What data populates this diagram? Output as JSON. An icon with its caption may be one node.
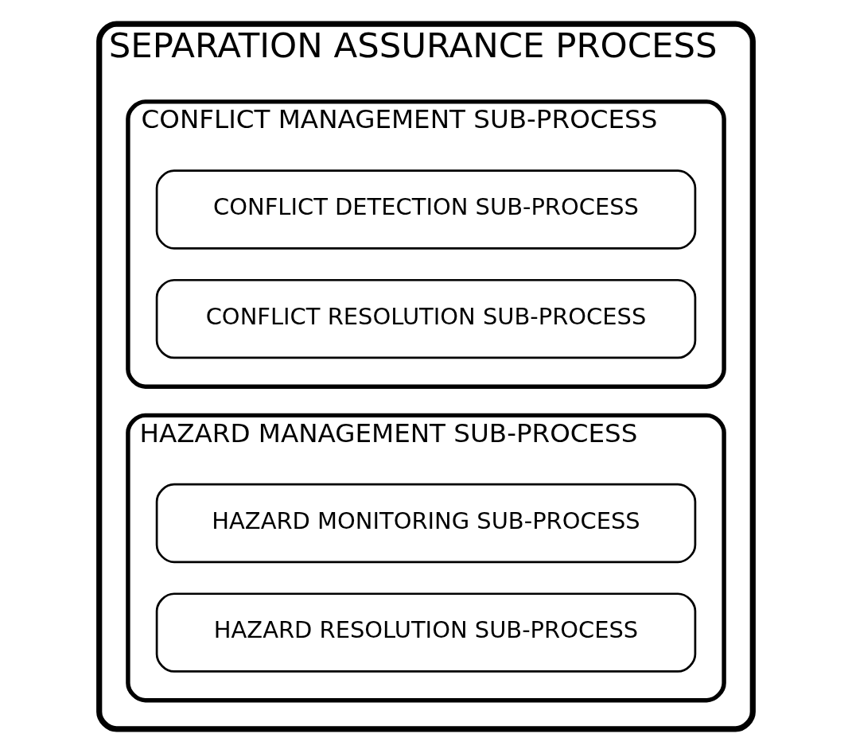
{
  "diagram": {
    "nodes": [
      {
        "text": [
          "SEPARATION ASSURANCE PROCESS"
        ]
      },
      {
        "text": [
          "CONFLICT MANAGEMENT SUB-PROCESS"
        ],
        "in": 0
      },
      {
        "text": [
          "CONFLICT DETECTION SUB-PROCESS"
        ],
        "in": 1
      },
      {
        "text": [
          "CONFLICT RESOLUTION SUB-PROCESS"
        ],
        "in": 1
      },
      {
        "text": [
          "HAZARD MANAGEMENT SUB-PROCESS"
        ],
        "in": 0
      },
      {
        "text": [
          "HAZARD MONITORING SUB-PROCESS"
        ],
        "in": 4
      },
      {
        "text": [
          "HAZARD RESOLUTION SUB-PROCESS"
        ],
        "in": 4
      }
    ]
  }
}
